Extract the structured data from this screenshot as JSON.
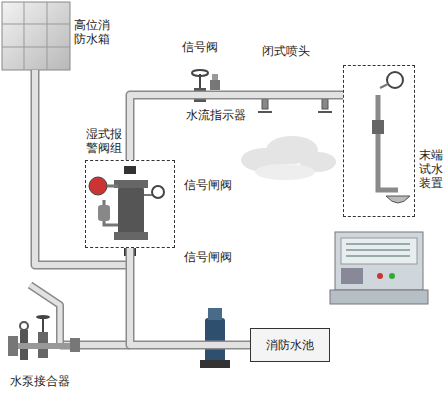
{
  "diagram": {
    "nodes": [
      {
        "text": [
          "湿式报警阀组"
        ]
      },
      {
        "text": [
          "末端试水装置"
        ]
      },
      {
        "text": [
          "消防水池"
        ]
      }
    ],
    "edges": [
      {
        "from": 2,
        "to": 0,
        "arrow": "none"
      },
      {
        "from": 0,
        "to": 1,
        "arrow": "none"
      }
    ],
    "labels": [
      "高位消防水箱",
      "信号阀",
      "水流指示器",
      "闭式喷头",
      "信号闸阀",
      "信号闸阀",
      "水泵接合器"
    ]
  }
}
